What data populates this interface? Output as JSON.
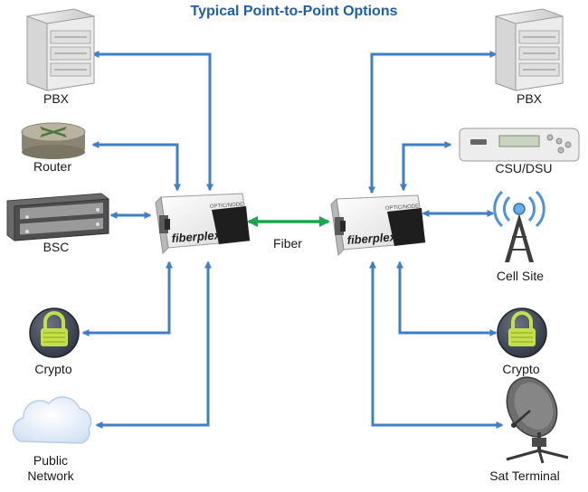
{
  "title": "Typical Point-to-Point Options",
  "colors": {
    "connector": "#3f7fc4",
    "fiber": "#1aa64a",
    "title": "#1f5ea8"
  },
  "fiber_label": "Fiber",
  "device": {
    "brand": "fiberplex",
    "model_text": "OPTIC/NODE"
  },
  "left": {
    "pbx": "PBX",
    "router": "Router",
    "bsc": "BSC",
    "crypto": "Crypto",
    "public_network_line1": "Public",
    "public_network_line2": "Network"
  },
  "right": {
    "pbx": "PBX",
    "csu_dsu": "CSU/DSU",
    "cell_site": "Cell Site",
    "crypto": "Crypto",
    "sat_terminal": "Sat Terminal"
  }
}
